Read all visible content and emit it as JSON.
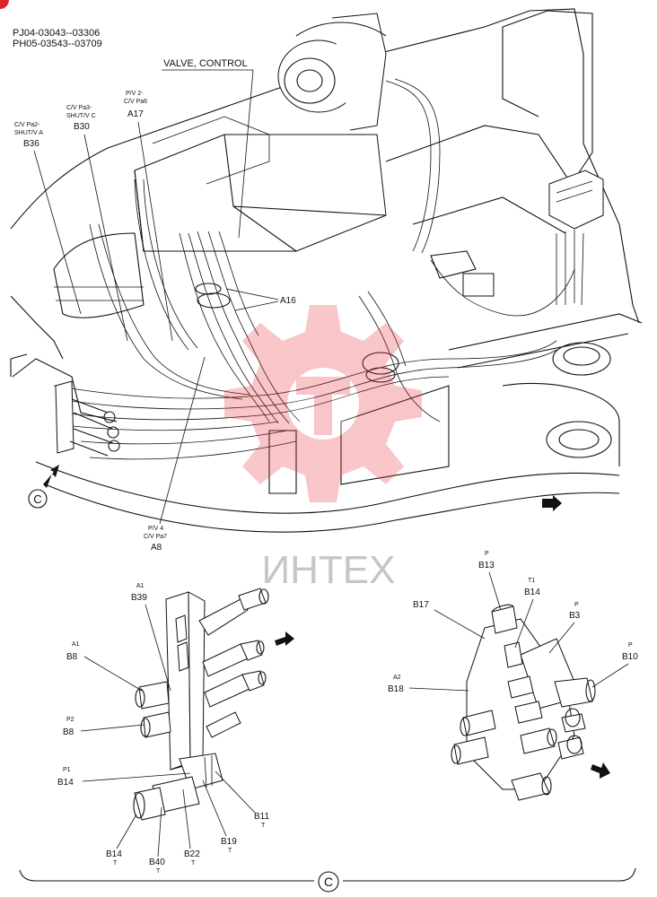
{
  "header": {
    "serial_1": "PJ04-03043--03306",
    "serial_2": "PH05-03543--03709"
  },
  "labels": {
    "valve_control": "VALVE, CONTROL",
    "a16": "A16",
    "b36_sub1": "C/V Pa2-",
    "b36_sub2": "SHUT/V A",
    "b36": "B36",
    "b30_sub1": "C/V Pa3-",
    "b30_sub2": "SHUT/V C",
    "b30": "B30",
    "a17_sub1": "P/V 2-",
    "a17_sub2": "C/V Pa6",
    "a17": "A17",
    "a8_sub1": "P/V 4",
    "a8_sub2": "C/V Pa7",
    "a8": "A8",
    "view_c": "C"
  },
  "left_detail": {
    "a1_b39_sub": "A1",
    "b39": "B39",
    "a1_b8_sub": "A1",
    "b8_a": "B8",
    "p2_sub": "P2",
    "b8_b": "B8",
    "p1_sub": "P1",
    "b14": "B14",
    "b11": "B11",
    "b11_sub": "T",
    "b19": "B19",
    "b19_sub": "T",
    "b22": "B22",
    "b22_sub": "T",
    "b40": "B40",
    "b40_sub": "T",
    "b14_bottom": "B14",
    "b14_bottom_sub": "T"
  },
  "right_detail": {
    "b13_sub": "P",
    "b13": "B13",
    "b17": "B17",
    "b14_sub": "T1",
    "b14": "B14",
    "b3_sub": "P",
    "b3": "B3",
    "b10_sub": "P",
    "b10": "B10",
    "a2_sub": "A2",
    "b18": "B18"
  },
  "footer": {
    "view_c": "C"
  },
  "watermark": {
    "text": "ИНТЕХ",
    "color": "#e8323c"
  }
}
